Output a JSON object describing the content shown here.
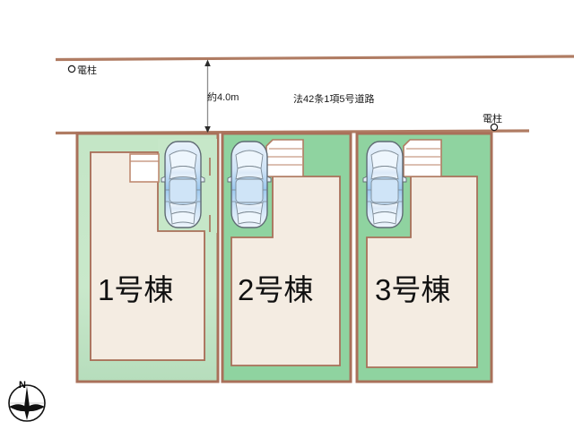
{
  "figure": {
    "type": "site-plan",
    "title": "",
    "bg_color": "#ffffff"
  },
  "colors": {
    "lot_green": "#bfe3c1",
    "lot_green_alt": "#8fd3a0",
    "building_cream": "#f4ece2",
    "boundary_brown": "#a9705a",
    "line_brown": "#b07c63",
    "car_blue": "#bcd9f2",
    "text": "#111111"
  },
  "road": {
    "width_label": "約4.0m",
    "type_label": "法42条1項5号道路"
  },
  "poles": [
    {
      "label": "電柱",
      "marker": "circle",
      "position": "left-upper"
    },
    {
      "label": "電柱",
      "marker": "circle",
      "position": "right-lower"
    }
  ],
  "lots": [
    {
      "id": "lot-1",
      "label": "1号棟",
      "has_parking": true,
      "has_entrance_porch": true,
      "has_steps": false
    },
    {
      "id": "lot-2",
      "label": "2号棟",
      "has_parking": true,
      "has_entrance_porch": false,
      "has_steps": true
    },
    {
      "id": "lot-3",
      "label": "3号棟",
      "has_parking": true,
      "has_entrance_porch": false,
      "has_steps": true
    }
  ],
  "compass": {
    "north_label": "N",
    "style": "compass-rose"
  }
}
